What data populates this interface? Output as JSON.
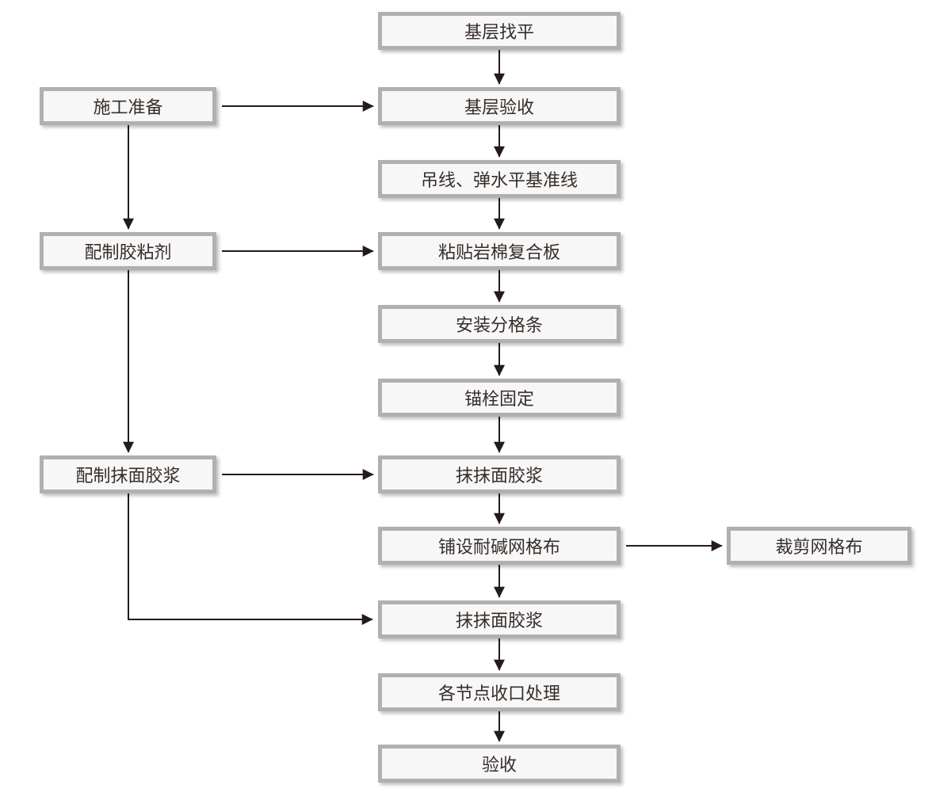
{
  "diagram": {
    "type": "flowchart",
    "background_color": "#ffffff",
    "node_fill_color": "#f8f7f7",
    "node_border_color": "#b1b0b0",
    "text_color": "#362e2a",
    "arrow_color": "#241c19",
    "nodes": {
      "center": [
        {
          "id": "c1",
          "label": "基层找平"
        },
        {
          "id": "c2",
          "label": "基层验收"
        },
        {
          "id": "c3",
          "label": "吊线、弹水平基准线"
        },
        {
          "id": "c4",
          "label": "粘贴岩棉复合板"
        },
        {
          "id": "c5",
          "label": "安装分格条"
        },
        {
          "id": "c6",
          "label": "锚栓固定"
        },
        {
          "id": "c7",
          "label": "抹抹面胶浆"
        },
        {
          "id": "c8",
          "label": "铺设耐碱网格布"
        },
        {
          "id": "c9",
          "label": "抹抹面胶浆"
        },
        {
          "id": "c10",
          "label": "各节点收口处理"
        },
        {
          "id": "c11",
          "label": "验收"
        }
      ],
      "left": [
        {
          "id": "l1",
          "label": "施工准备"
        },
        {
          "id": "l2",
          "label": "配制胶粘剂"
        },
        {
          "id": "l3",
          "label": "配制抹面胶浆"
        }
      ],
      "right": [
        {
          "id": "r1",
          "label": "裁剪网格布"
        }
      ]
    },
    "edges": [
      {
        "from": "c1",
        "to": "c2",
        "direction": "down"
      },
      {
        "from": "c2",
        "to": "c3",
        "direction": "down"
      },
      {
        "from": "c3",
        "to": "c4",
        "direction": "down"
      },
      {
        "from": "c4",
        "to": "c5",
        "direction": "down"
      },
      {
        "from": "c5",
        "to": "c6",
        "direction": "down"
      },
      {
        "from": "c6",
        "to": "c7",
        "direction": "down"
      },
      {
        "from": "c7",
        "to": "c8",
        "direction": "down"
      },
      {
        "from": "c8",
        "to": "c9",
        "direction": "down"
      },
      {
        "from": "c9",
        "to": "c10",
        "direction": "down"
      },
      {
        "from": "c10",
        "to": "c11",
        "direction": "down"
      },
      {
        "from": "l1",
        "to": "l2",
        "direction": "down"
      },
      {
        "from": "l2",
        "to": "l3",
        "direction": "down"
      },
      {
        "from": "l1",
        "to": "c2",
        "direction": "right"
      },
      {
        "from": "l2",
        "to": "c4",
        "direction": "right"
      },
      {
        "from": "l3",
        "to": "c7",
        "direction": "right"
      },
      {
        "from": "l3",
        "to": "c9",
        "direction": "elbow-down-right"
      },
      {
        "from": "c8",
        "to": "r1",
        "direction": "right"
      }
    ]
  }
}
